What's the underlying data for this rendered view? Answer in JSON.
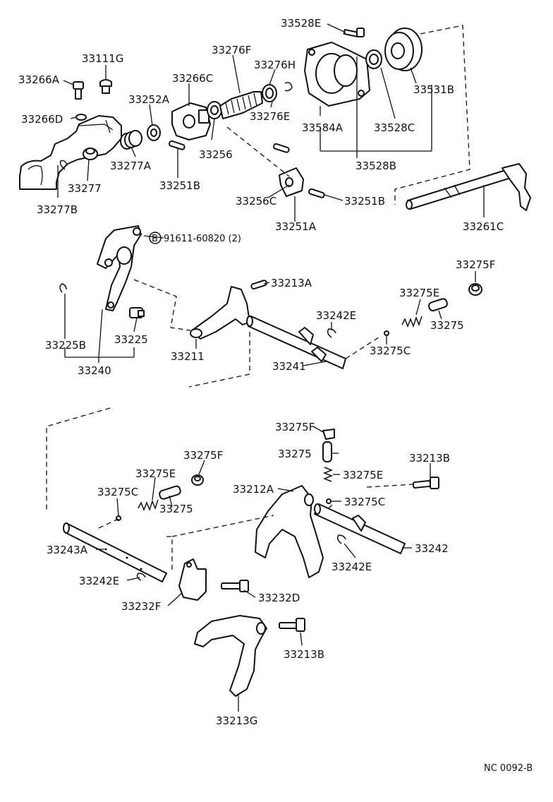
{
  "labels": {
    "l33528E": "33528E",
    "l33111G": "33111G",
    "l33276F": "33276F",
    "l33276H": "33276H",
    "l33266A": "33266A",
    "l33266C": "33266C",
    "l33252A": "33252A",
    "l33266D": "33266D",
    "l33276E": "33276E",
    "l33531B": "33531B",
    "l33584A": "33584A",
    "l33528C": "33528C",
    "l33277A": "33277A",
    "l33256": "33256",
    "l33277": "33277",
    "l33251B_a": "33251B",
    "l33528B": "33528B",
    "l33277B": "33277B",
    "l33256C": "33256C",
    "l33251B_b": "33251B",
    "l33251A": "33251A",
    "l33261C": "33261C",
    "l91611": "91611-60820 (2)",
    "lB": "B",
    "l33275F_a": "33275F",
    "l33213A": "33213A",
    "l33275E_a": "33275E",
    "l33242E_a": "33242E",
    "l33275_a": "33275",
    "l33225B": "33225B",
    "l33225": "33225",
    "l33275C_a": "33275C",
    "l33211": "33211",
    "l33241": "33241",
    "l33240": "33240",
    "l33275F_b": "33275F",
    "l33275_b": "33275",
    "l33213B_a": "33213B",
    "l33275F_c": "33275F",
    "l33275E_b": "33275E",
    "l33275E_c": "33275E",
    "l33212A": "33212A",
    "l33275C_b": "33275C",
    "l33275_c": "33275",
    "l33275C_c": "33275C",
    "l33243A": "33243A",
    "l33242": "33242",
    "l33242E_b": "33242E",
    "l33242E_c": "33242E",
    "l33232D": "33232D",
    "l33232F": "33232F",
    "l33213B_b": "33213B",
    "l33213G": "33213G"
  },
  "footer": {
    "code": "NC 0092-B"
  }
}
